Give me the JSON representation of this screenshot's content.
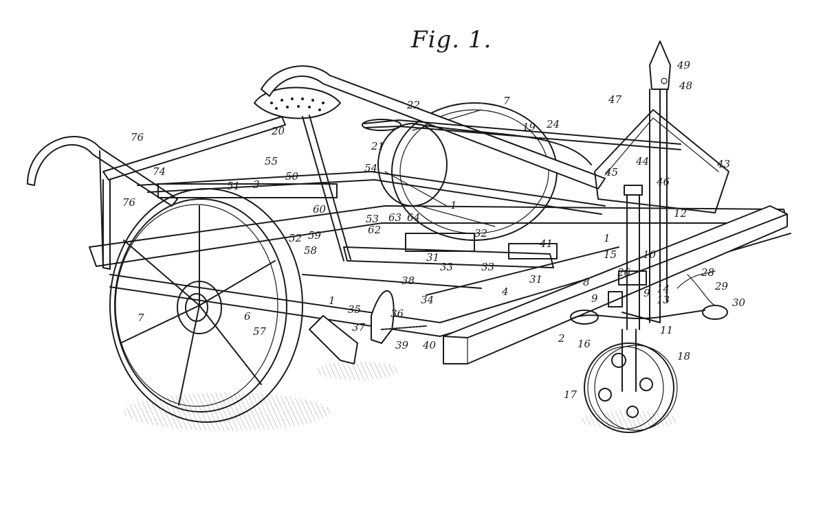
{
  "figure": {
    "title": "Fig. 1.",
    "reference_numerals": [
      {
        "id": "n1a",
        "text": "1"
      },
      {
        "id": "n1b",
        "text": "1"
      },
      {
        "id": "n1c",
        "text": "1"
      },
      {
        "id": "n2",
        "text": "2"
      },
      {
        "id": "n3",
        "text": "3"
      },
      {
        "id": "n4",
        "text": "4"
      },
      {
        "id": "n6",
        "text": "6"
      },
      {
        "id": "n7a",
        "text": "7"
      },
      {
        "id": "n7b",
        "text": "7"
      },
      {
        "id": "n8",
        "text": "8"
      },
      {
        "id": "n9a",
        "text": "9"
      },
      {
        "id": "n9b",
        "text": "9"
      },
      {
        "id": "n10",
        "text": "10"
      },
      {
        "id": "n11",
        "text": "11"
      },
      {
        "id": "n12",
        "text": "12"
      },
      {
        "id": "n13",
        "text": "13"
      },
      {
        "id": "n14",
        "text": "14"
      },
      {
        "id": "n15",
        "text": "15"
      },
      {
        "id": "n16",
        "text": "16"
      },
      {
        "id": "n17",
        "text": "17"
      },
      {
        "id": "n18",
        "text": "18"
      },
      {
        "id": "n19",
        "text": "19"
      },
      {
        "id": "n20",
        "text": "20"
      },
      {
        "id": "n21",
        "text": "21"
      },
      {
        "id": "n22",
        "text": "22"
      },
      {
        "id": "n24",
        "text": "24"
      },
      {
        "id": "n26",
        "text": "26"
      },
      {
        "id": "n28",
        "text": "28"
      },
      {
        "id": "n29",
        "text": "29"
      },
      {
        "id": "n30",
        "text": "30"
      },
      {
        "id": "n31a",
        "text": "31"
      },
      {
        "id": "n31b",
        "text": "31"
      },
      {
        "id": "n32",
        "text": "32"
      },
      {
        "id": "n33a",
        "text": "33"
      },
      {
        "id": "n33b",
        "text": "33"
      },
      {
        "id": "n34",
        "text": "34"
      },
      {
        "id": "n35",
        "text": "35"
      },
      {
        "id": "n36",
        "text": "36"
      },
      {
        "id": "n37",
        "text": "37"
      },
      {
        "id": "n38",
        "text": "38"
      },
      {
        "id": "n39",
        "text": "39"
      },
      {
        "id": "n40",
        "text": "40"
      },
      {
        "id": "n41",
        "text": "41"
      },
      {
        "id": "n43",
        "text": "43"
      },
      {
        "id": "n44",
        "text": "44"
      },
      {
        "id": "n45",
        "text": "45"
      },
      {
        "id": "n46",
        "text": "46"
      },
      {
        "id": "n47",
        "text": "47"
      },
      {
        "id": "n48",
        "text": "48"
      },
      {
        "id": "n49",
        "text": "49"
      },
      {
        "id": "n50",
        "text": "50"
      },
      {
        "id": "n51",
        "text": "51"
      },
      {
        "id": "n52",
        "text": "52"
      },
      {
        "id": "n53",
        "text": "53"
      },
      {
        "id": "n54",
        "text": "54"
      },
      {
        "id": "n55",
        "text": "55"
      },
      {
        "id": "n57",
        "text": "57"
      },
      {
        "id": "n58",
        "text": "58"
      },
      {
        "id": "n59",
        "text": "59"
      },
      {
        "id": "n60",
        "text": "60"
      },
      {
        "id": "n62",
        "text": "62"
      },
      {
        "id": "n63",
        "text": "63"
      },
      {
        "id": "n64",
        "text": "64"
      },
      {
        "id": "n74",
        "text": "74"
      },
      {
        "id": "n76a",
        "text": "76"
      },
      {
        "id": "n76b",
        "text": "76"
      }
    ]
  }
}
